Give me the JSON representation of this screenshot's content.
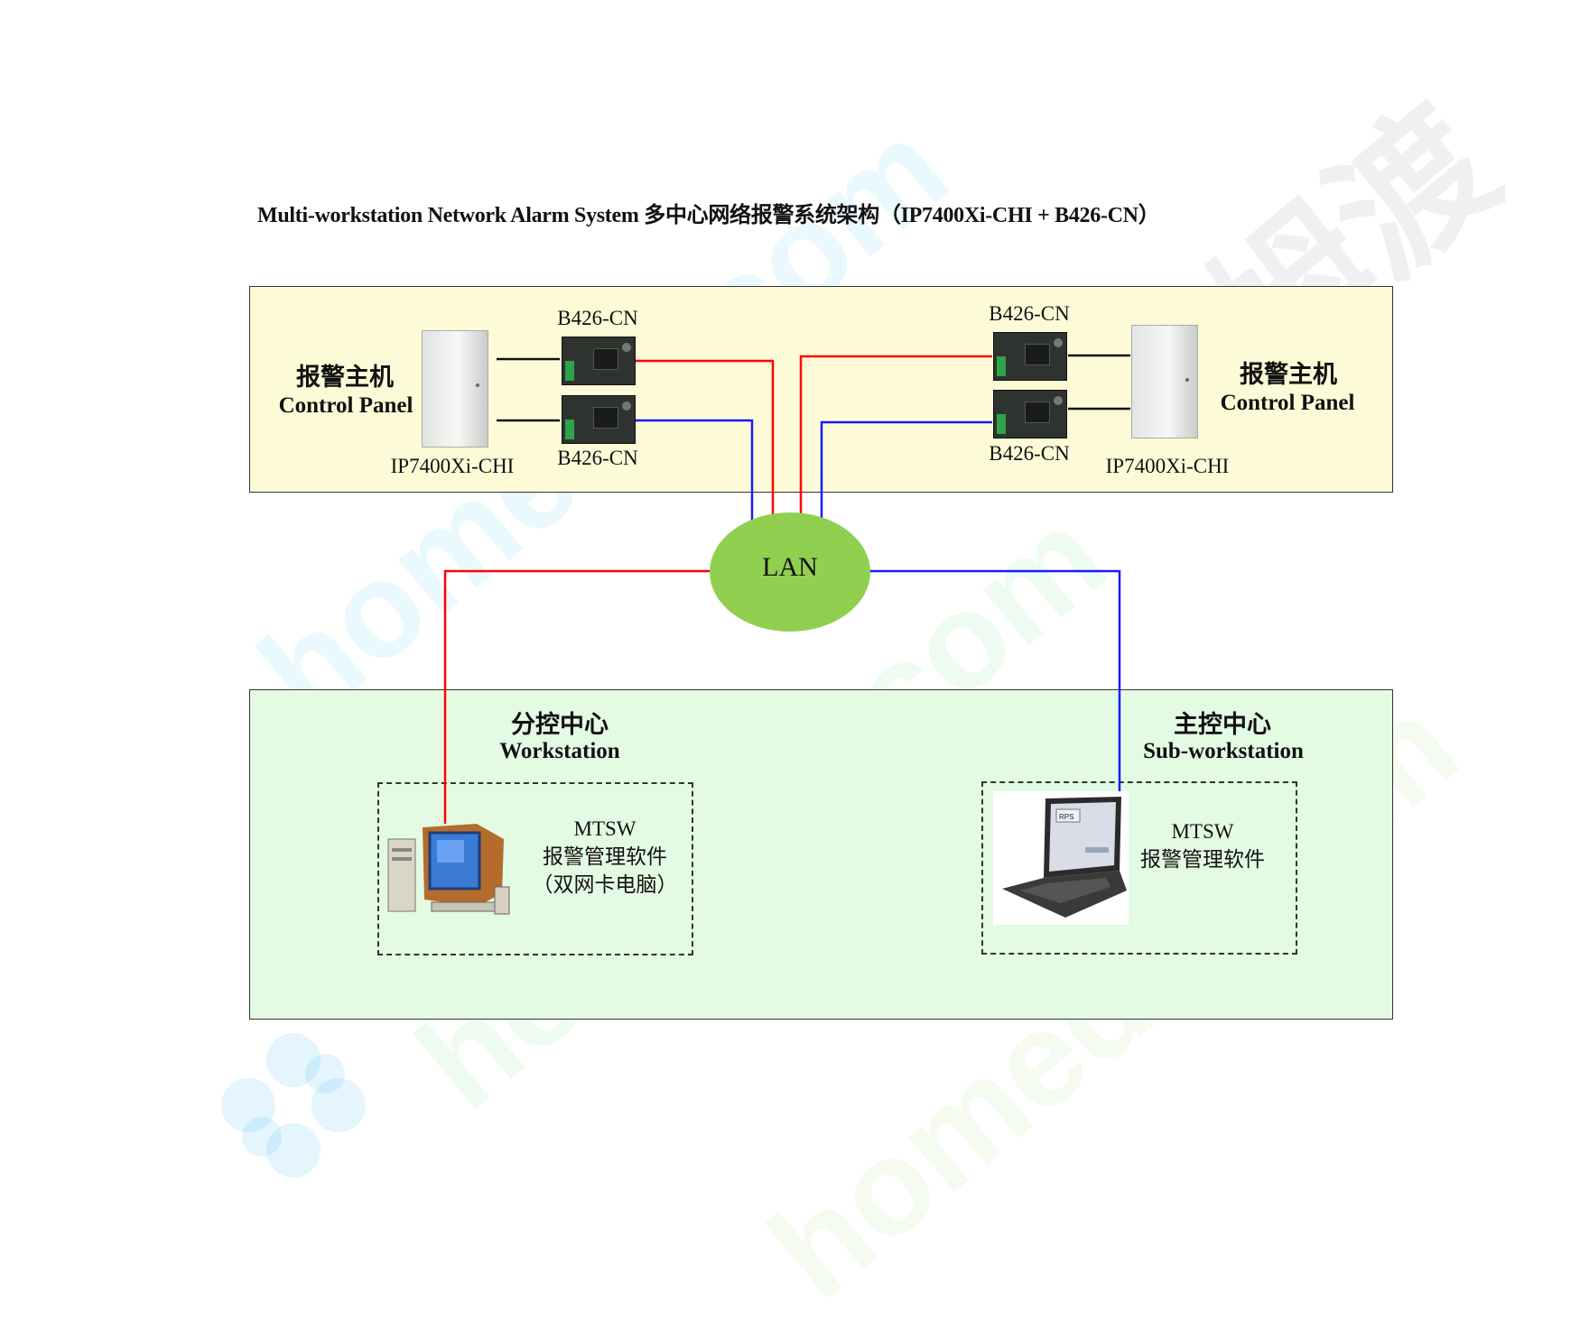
{
  "title": "Multi-workstation Network Alarm System 多中心网络报警系统架构（IP7400Xi-CHI + B426-CN）",
  "watermark": {
    "site_text": "homedo.com",
    "brand_text": "河姆渡"
  },
  "top_zone": {
    "left_panel": {
      "label_cn": "报警主机",
      "label_en": "Control Panel",
      "model": "IP7400Xi-CHI"
    },
    "right_panel": {
      "label_cn": "报警主机",
      "label_en": "Control Panel",
      "model": "IP7400Xi-CHI"
    },
    "modules": {
      "left_upper": "B426-CN",
      "left_lower": "B426-CN",
      "right_upper": "B426-CN",
      "right_lower": "B426-CN"
    }
  },
  "network": {
    "label": "LAN"
  },
  "bottom_zone": {
    "left_center": {
      "label_cn": "分控中心",
      "label_en": "Workstation",
      "software_name": "MTSW",
      "software_cn": "报警管理软件",
      "note": "（双网卡电脑）"
    },
    "right_center": {
      "label_cn": "主控中心",
      "label_en": "Sub-workstation",
      "software_name": "MTSW",
      "software_cn": "报警管理软件",
      "screen_text": "RPS"
    }
  },
  "colors": {
    "top_zone_fill": "#fdfbd7",
    "bottom_zone_fill": "#e3fbe3",
    "lan_fill": "#91cf50",
    "wire_red": "#ff0000",
    "wire_blue": "#1a1aff"
  }
}
